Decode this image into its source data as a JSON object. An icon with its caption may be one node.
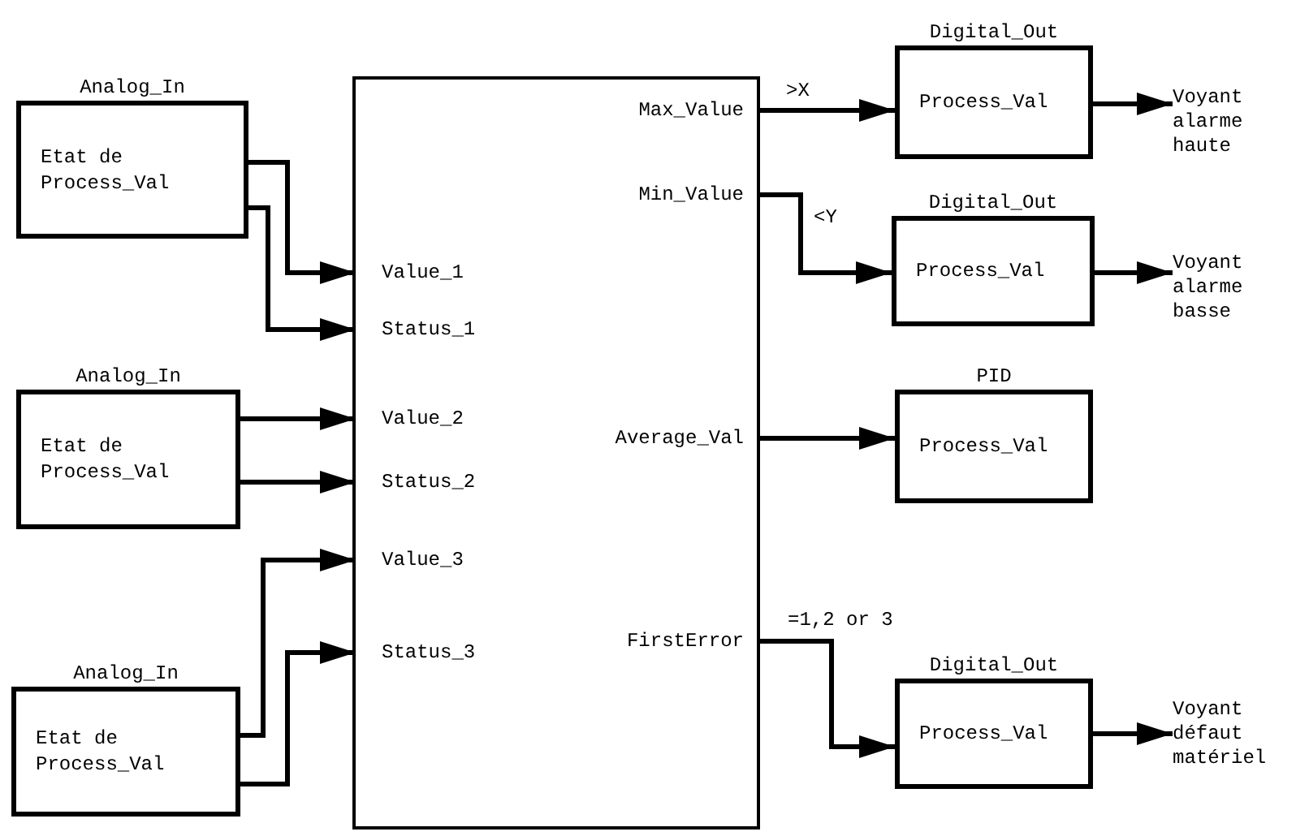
{
  "diagram": {
    "nodes": [
      {
        "text": [
          "Analog_In",
          "Etat de Process_Val"
        ]
      },
      {
        "text": [
          "Analog_In",
          "Etat de Process_Val"
        ]
      },
      {
        "text": [
          "Analog_In",
          "Etat de Process_Val"
        ]
      },
      {
        "text": [],
        "shape": "box"
      },
      {
        "text": [
          "Value_1"
        ],
        "in": 3
      },
      {
        "text": [
          "Status_1"
        ],
        "in": 3
      },
      {
        "text": [
          "Value_2"
        ],
        "in": 3
      },
      {
        "text": [
          "Status_2"
        ],
        "in": 3
      },
      {
        "text": [
          "Value_3"
        ],
        "in": 3
      },
      {
        "text": [
          "Status_3"
        ],
        "in": 3
      },
      {
        "text": [
          "Max_Value"
        ],
        "in": 3
      },
      {
        "text": [
          "Min_Value"
        ],
        "in": 3
      },
      {
        "text": [
          "Average_Val"
        ],
        "in": 3
      },
      {
        "text": [
          "FirstError"
        ],
        "in": 3
      },
      {
        "text": [
          "Digital_Out",
          "Process_Val"
        ]
      },
      {
        "text": [
          "Digital_Out",
          "Process_Val"
        ]
      },
      {
        "text": [
          "PID",
          "Process_Val"
        ]
      },
      {
        "text": [
          "Digital_Out",
          "Process_Val"
        ]
      },
      {
        "text": [
          "Voyant alarme haute"
        ]
      },
      {
        "text": [
          "Voyant alarme basse"
        ]
      },
      {
        "text": [
          "Voyant défaut matériel"
        ]
      }
    ],
    "edges": [
      {
        "from": 0,
        "to": 4,
        "arrow": "to"
      },
      {
        "from": 0,
        "to": 5,
        "arrow": "to"
      },
      {
        "from": 1,
        "to": 6,
        "arrow": "to"
      },
      {
        "from": 1,
        "to": 7,
        "arrow": "to"
      },
      {
        "from": 2,
        "to": 8,
        "arrow": "to"
      },
      {
        "from": 2,
        "to": 9,
        "arrow": "to"
      },
      {
        "from": 10,
        "to": 14,
        "arrow": "to",
        "label": ">X"
      },
      {
        "from": 11,
        "to": 15,
        "arrow": "to",
        "label": "<Y"
      },
      {
        "from": 12,
        "to": 16,
        "arrow": "to"
      },
      {
        "from": 13,
        "to": 17,
        "arrow": "to",
        "label": "=1,2 or 3"
      },
      {
        "from": 14,
        "to": 18,
        "arrow": "to"
      },
      {
        "from": 15,
        "to": 19,
        "arrow": "to"
      },
      {
        "from": 17,
        "to": 20,
        "arrow": "to"
      }
    ]
  }
}
